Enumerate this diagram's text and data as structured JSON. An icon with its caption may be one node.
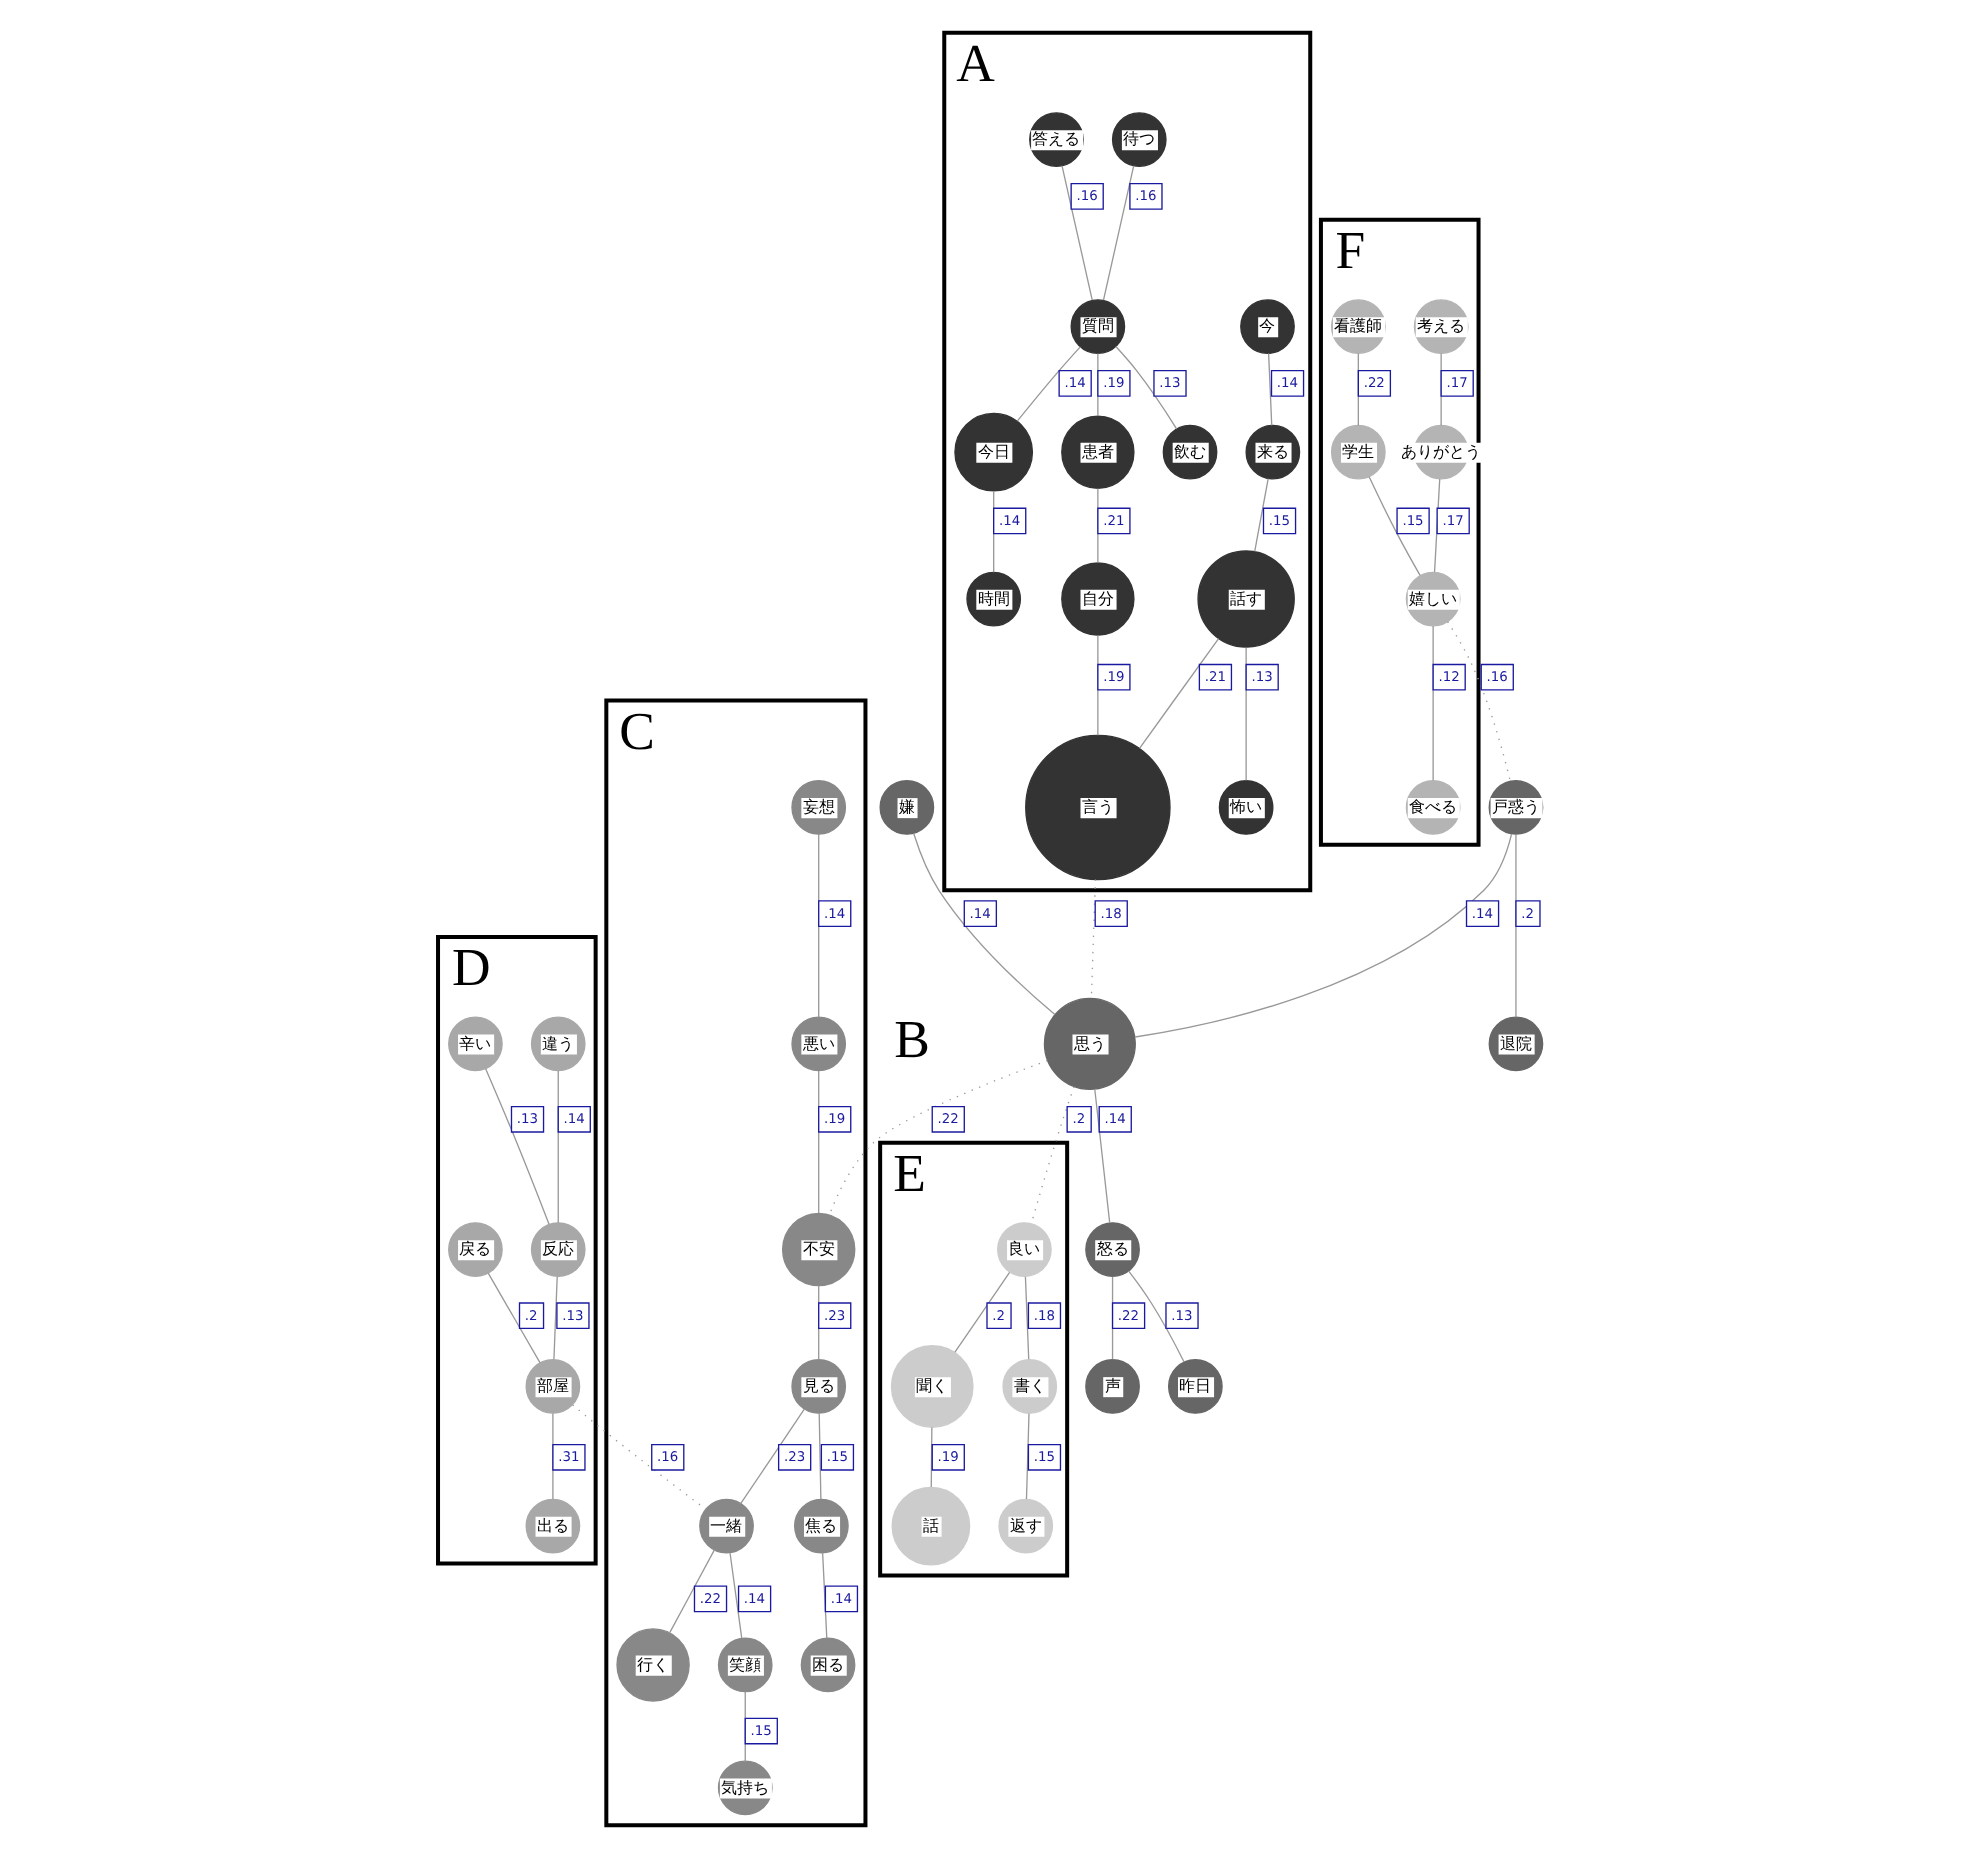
{
  "diagram": {
    "nodes": [
      {
        "text": [
          "A"
        ]
      },
      {
        "text": [
          "時間"
        ],
        "in": 0
      },
      {
        "text": [
          "今"
        ],
        "in": 0
      },
      {
        "text": [
          "飲む"
        ],
        "in": 0
      },
      {
        "text": [
          "今日"
        ],
        "in": 0
      },
      {
        "text": [
          "待つ"
        ],
        "in": 0
      },
      {
        "text": [
          "質問"
        ],
        "in": 0
      },
      {
        "text": [
          "来る"
        ],
        "in": 0
      },
      {
        "text": [
          "答える"
        ],
        "in": 0
      },
      {
        "text": [
          "患者"
        ],
        "in": 0
      },
      {
        "text": [
          "怖い"
        ],
        "in": 0
      },
      {
        "text": [
          "話す"
        ],
        "in": 0
      },
      {
        "text": [
          "自分"
        ],
        "in": 0
      },
      {
        "text": [
          "言う"
        ],
        "in": 0
      },
      {
        "text": [
          "D"
        ]
      },
      {
        "text": [
          "違う"
        ],
        "in": 14
      },
      {
        "text": [
          "辛い"
        ],
        "in": 14
      },
      {
        "text": [
          "反応"
        ],
        "in": 14
      },
      {
        "text": [
          "戻る"
        ],
        "in": 14
      },
      {
        "text": [
          "出る"
        ],
        "in": 14
      },
      {
        "text": [
          "部屋"
        ],
        "in": 14
      },
      {
        "text": [
          "F"
        ]
      },
      {
        "text": [
          "考える"
        ],
        "in": 21
      },
      {
        "text": [
          "看護師"
        ],
        "in": 21
      },
      {
        "text": [
          "ありがとう"
        ],
        "in": 21
      },
      {
        "text": [
          "学生"
        ],
        "in": 21
      },
      {
        "text": [
          "嬉しい"
        ],
        "in": 21
      },
      {
        "text": [
          "食べる"
        ],
        "in": 21
      },
      {
        "text": [
          "C"
        ]
      },
      {
        "text": [
          "妄想"
        ],
        "in": 28
      },
      {
        "text": [
          "行く"
        ],
        "in": 28
      },
      {
        "text": [
          "一緒"
        ],
        "in": 28
      },
      {
        "text": [
          "悪い"
        ],
        "in": 28
      },
      {
        "text": [
          "笑顔"
        ],
        "in": 28
      },
      {
        "text": [
          "見る"
        ],
        "in": 28
      },
      {
        "text": [
          "不安"
        ],
        "in": 28
      },
      {
        "text": [
          "気持ち"
        ],
        "in": 28
      },
      {
        "text": [
          "焦る"
        ],
        "in": 28
      },
      {
        "text": [
          "困る"
        ],
        "in": 28
      },
      {
        "text": [
          "嫌"
        ]
      },
      {
        "text": [
          "思う"
        ]
      },
      {
        "text": [
          "戸惑う"
        ]
      },
      {
        "text": [
          "退院"
        ]
      },
      {
        "text": [
          "怒る"
        ]
      },
      {
        "text": [
          "昨日"
        ]
      },
      {
        "text": [
          "声"
        ]
      },
      {
        "text": [
          "E"
        ]
      },
      {
        "text": [
          "良い"
        ],
        "in": 46
      },
      {
        "text": [
          "聞く"
        ],
        "in": 46
      },
      {
        "text": [
          "話"
        ],
        "in": 46
      },
      {
        "text": [
          "書く"
        ],
        "in": 46
      },
      {
        "text": [
          "返す"
        ],
        "in": 46
      }
    ],
    "edges": [
      {
        "from": 4,
        "to": 1,
        "arrow": "none",
        "label": ".14"
      },
      {
        "from": 6,
        "to": 3,
        "arrow": "none",
        "label": ".13"
      },
      {
        "from": 6,
        "to": 4,
        "arrow": "none",
        "label": ".14"
      },
      {
        "from": 5,
        "to": 6,
        "arrow": "none",
        "label": ".16"
      },
      {
        "from": 8,
        "to": 6,
        "arrow": "none",
        "label": ".16"
      },
      {
        "from": 6,
        "to": 9,
        "arrow": "none",
        "label": ".19"
      },
      {
        "from": 9,
        "to": 12,
        "arrow": "none",
        "label": ".21"
      },
      {
        "from": 12,
        "to": 13,
        "arrow": "none",
        "label": ".19"
      },
      {
        "from": 2,
        "to": 7,
        "arrow": "none",
        "label": ".14"
      },
      {
        "from": 7,
        "to": 11,
        "arrow": "none",
        "label": ".15"
      },
      {
        "from": 11,
        "to": 10,
        "arrow": "none",
        "label": ".13"
      },
      {
        "from": 11,
        "to": 13,
        "arrow": "none",
        "label": ".21"
      },
      {
        "from": 15,
        "to": 17,
        "arrow": "none",
        "label": ".14"
      },
      {
        "from": 16,
        "to": 17,
        "arrow": "none",
        "label": ".13"
      },
      {
        "from": 17,
        "to": 20,
        "arrow": "none",
        "label": ".13"
      },
      {
        "from": 18,
        "to": 20,
        "arrow": "none",
        "label": ".2"
      },
      {
        "from": 20,
        "to": 19,
        "arrow": "none",
        "label": ".31"
      },
      {
        "from": 22,
        "to": 24,
        "arrow": "none",
        "label": ".17"
      },
      {
        "from": 23,
        "to": 25,
        "arrow": "none",
        "label": ".22"
      },
      {
        "from": 24,
        "to": 26,
        "arrow": "none",
        "label": ".17"
      },
      {
        "from": 25,
        "to": 26,
        "arrow": "none",
        "label": ".15"
      },
      {
        "from": 26,
        "to": 27,
        "arrow": "none",
        "label": ".12"
      },
      {
        "from": 29,
        "to": 32,
        "arrow": "none",
        "label": ".14"
      },
      {
        "from": 32,
        "to": 35,
        "arrow": "none",
        "label": ".19"
      },
      {
        "from": 35,
        "to": 34,
        "arrow": "none",
        "label": ".23"
      },
      {
        "from": 34,
        "to": 31,
        "arrow": "none",
        "label": ".23"
      },
      {
        "from": 31,
        "to": 30,
        "arrow": "none",
        "label": ".22"
      },
      {
        "from": 31,
        "to": 33,
        "arrow": "none",
        "label": ".14"
      },
      {
        "from": 33,
        "to": 36,
        "arrow": "none",
        "label": ".15"
      },
      {
        "from": 34,
        "to": 37,
        "arrow": "none",
        "label": ".15"
      },
      {
        "from": 37,
        "to": 38,
        "arrow": "none",
        "label": ".14"
      },
      {
        "from": 39,
        "to": 40,
        "arrow": "none",
        "label": ".14"
      },
      {
        "from": 41,
        "to": 40,
        "arrow": "none",
        "label": ".14"
      },
      {
        "from": 41,
        "to": 42,
        "arrow": "none",
        "label": ".2"
      },
      {
        "from": 40,
        "to": 43,
        "arrow": "none",
        "label": ".14"
      },
      {
        "from": 43,
        "to": 44,
        "arrow": "none",
        "label": ".13"
      },
      {
        "from": 43,
        "to": 45,
        "arrow": "none",
        "label": ".22"
      },
      {
        "from": 47,
        "to": 48,
        "arrow": "none",
        "label": ".2"
      },
      {
        "from": 48,
        "to": 49,
        "arrow": "none",
        "label": ".19"
      },
      {
        "from": 47,
        "to": 50,
        "arrow": "none",
        "label": ".18"
      },
      {
        "from": 50,
        "to": 51,
        "arrow": "none",
        "label": ".15"
      },
      {
        "from": 13,
        "to": 40,
        "arrow": "none",
        "label": ".18",
        "style": "dashed"
      },
      {
        "from": 20,
        "to": 31,
        "arrow": "none",
        "label": ".16",
        "style": "dashed"
      },
      {
        "from": 26,
        "to": 41,
        "arrow": "none",
        "label": ".16",
        "style": "dashed"
      },
      {
        "from": 40,
        "to": 35,
        "arrow": "none",
        "label": ".22",
        "style": "dashed"
      },
      {
        "from": 40,
        "to": 47,
        "arrow": "none",
        "label": ".2",
        "style": "dashed"
      }
    ],
    "labels": [
      "B"
    ]
  }
}
